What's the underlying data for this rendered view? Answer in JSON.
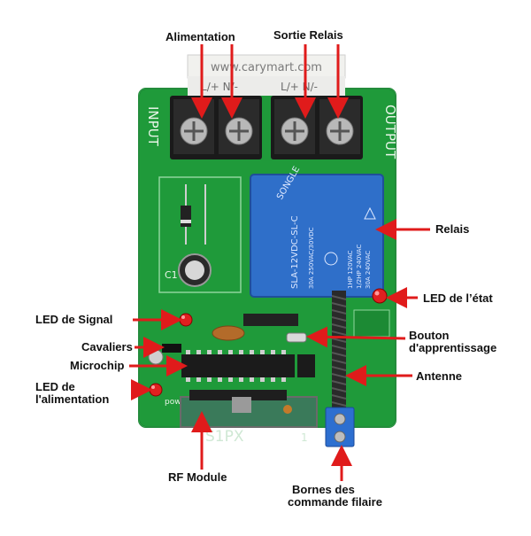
{
  "colors": {
    "pcb": "#1f9a3a",
    "pcb_dark": "#157a2c",
    "arrow": "#e01b1b",
    "relay": "#2f6fc9",
    "terminal": "#1a1a1a",
    "label_text": "#111111"
  },
  "board": {
    "url": "www.carymart.com",
    "input_label": "INPUT",
    "output_label": "OUTPUT",
    "input_terminals": "L/+ N/-",
    "output_terminals": "L/+ N/-",
    "relay_brand": "SONGLE",
    "relay_model": "SLA-12VDC-SL-C",
    "relay_rating_1": "30A 250VAC/30VDC",
    "relay_rating_2": "1HP 120VAC",
    "relay_rating_3": "1/2HP 240VAC",
    "relay_rating_4": "30A 240VAC",
    "capacitor_label": "C1",
    "rf_module_label": "S1PX",
    "power_label": "power",
    "pin_label": "1"
  },
  "labels": {
    "alimentation": "Alimentation",
    "sortie_relais": "Sortie Relais",
    "relais": "Relais",
    "led_etat": "LED de l’état",
    "led_signal": "LED de Signal",
    "cavaliers": "Cavaliers",
    "bouton_1": "Bouton",
    "bouton_2": "d'apprentissage",
    "microchip": "Microchip",
    "antenne": "Antenne",
    "led_alim_1": "LED de",
    "led_alim_2": "l'alimentation",
    "rf_module": "RF Module",
    "bornes_1": "Bornes des",
    "bornes_2": "commande filaire"
  },
  "icons": [
    "red-arrow-icon",
    "screw-terminal-icon",
    "led-icon"
  ]
}
